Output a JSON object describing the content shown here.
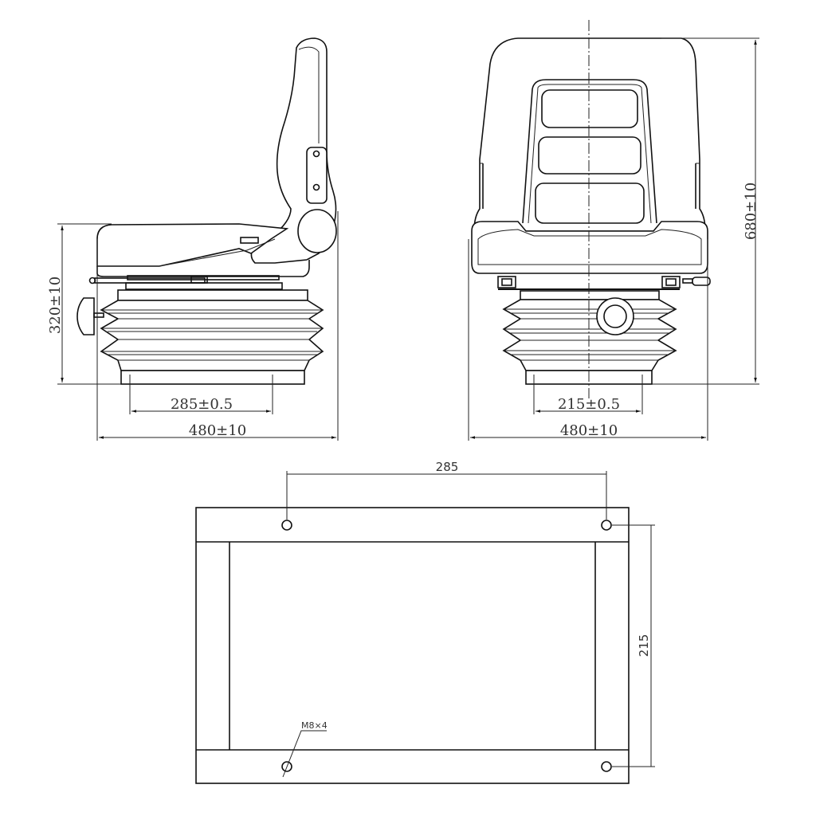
{
  "side_view": {
    "height_dim": "320±10",
    "base_width_dim": "285±0.5",
    "overall_width_dim": "480±10"
  },
  "front_view": {
    "height_dim": "680±10",
    "base_width_dim": "215±0.5",
    "overall_width_dim": "480±10"
  },
  "mounting_plan": {
    "hole_spacing_x": "285",
    "hole_spacing_y": "215",
    "bolt_note": "M8×4"
  }
}
